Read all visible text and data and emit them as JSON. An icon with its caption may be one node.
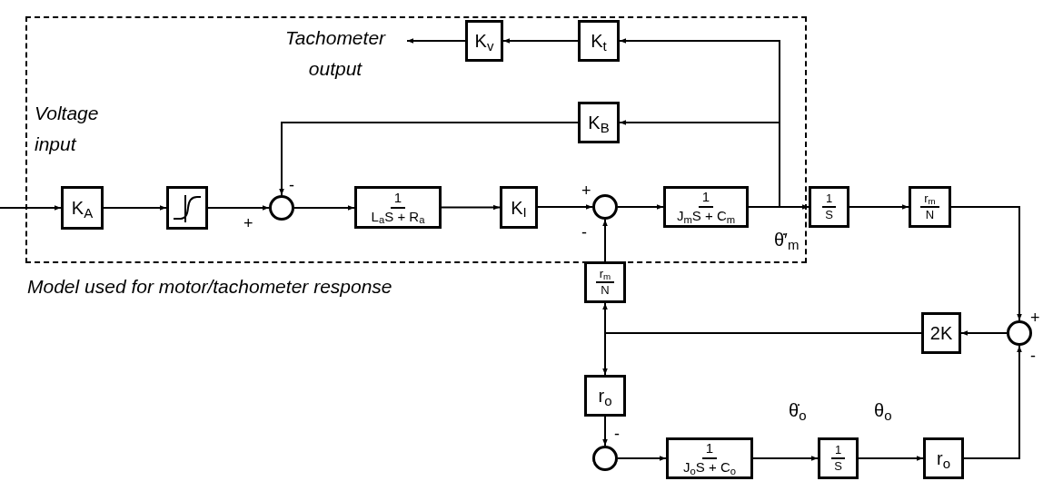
{
  "diagram": {
    "nodes": [
      {
        "text": [],
        "shape": "box",
        "beside": [
          "Model used for motor/tachometer response"
        ]
      },
      {
        "text": [
          "Tachometer output"
        ],
        "in": 0
      },
      {
        "text": [
          "K$_{v}$"
        ],
        "in": 0
      },
      {
        "text": [
          "K$_{t}$"
        ],
        "in": 0
      },
      {
        "text": [
          "K$_{B}$"
        ],
        "in": 0
      },
      {
        "text": [
          "K$_{A}$"
        ],
        "in": 0
      },
      {
        "text": [],
        "shape": "box",
        "in": 0
      },
      {
        "text": [],
        "shape": "circle",
        "in": 0
      },
      {
        "text": [
          "1",
          "L$_{a}$S + R$_{a}$"
        ],
        "in": 0
      },
      {
        "text": [
          "K$_{I}$"
        ],
        "in": 0
      },
      {
        "text": [],
        "shape": "circle",
        "in": 0
      },
      {
        "text": [
          "1",
          "J$_{m}$S + C$_{m}$"
        ],
        "in": 0
      },
      {
        "text": [
          "1",
          "S"
        ]
      },
      {
        "text": [
          "r$_{m}$",
          "N"
        ]
      },
      {
        "text": [],
        "shape": "circle"
      },
      {
        "text": [
          "2K"
        ]
      },
      {
        "text": [
          "r$_{m}$",
          "N"
        ]
      },
      {
        "text": [
          "r$_{o}$"
        ]
      },
      {
        "text": [],
        "shape": "circle"
      },
      {
        "text": [
          "1",
          "J$_{o}$S + C$_{o}$"
        ]
      },
      {
        "text": [
          "1",
          "S"
        ]
      },
      {
        "text": [
          "r$_{o}$"
        ]
      }
    ],
    "edges": [
      {
        "from": null,
        "to": 5,
        "arrow": "to"
      },
      {
        "from": 5,
        "to": 6,
        "arrow": "to"
      },
      {
        "from": 6,
        "to": 7,
        "arrow": "to"
      },
      {
        "from": 7,
        "to": 8,
        "arrow": "to"
      },
      {
        "from": 8,
        "to": 9,
        "arrow": "to"
      },
      {
        "from": 9,
        "to": 10,
        "arrow": "to"
      },
      {
        "from": 10,
        "to": 11,
        "arrow": "to"
      },
      {
        "from": 11,
        "to": 12,
        "arrow": "to"
      },
      {
        "from": 11,
        "to": 3,
        "arrow": "to"
      },
      {
        "from": 11,
        "to": 4,
        "arrow": "to"
      },
      {
        "from": 3,
        "to": 2,
        "arrow": "to"
      },
      {
        "from": 2,
        "to": 1,
        "arrow": "to"
      },
      {
        "from": 4,
        "to": 7,
        "arrow": "to"
      },
      {
        "from": 12,
        "to": 13,
        "arrow": "to"
      },
      {
        "from": 13,
        "to": 14,
        "arrow": "to"
      },
      {
        "from": 14,
        "to": 15,
        "arrow": "to"
      },
      {
        "from": 15,
        "to": 16,
        "arrow": "to"
      },
      {
        "from": 15,
        "to": 17,
        "arrow": "to"
      },
      {
        "from": 16,
        "to": 10,
        "arrow": "to"
      },
      {
        "from": 17,
        "to": 18,
        "arrow": "to"
      },
      {
        "from": 18,
        "to": 19,
        "arrow": "to"
      },
      {
        "from": 19,
        "to": 20,
        "arrow": "to"
      },
      {
        "from": 20,
        "to": 21,
        "arrow": "to"
      },
      {
        "from": 21,
        "to": 14,
        "arrow": "to"
      }
    ],
    "labels": [
      "Voltage input",
      "-",
      "+",
      "+",
      "-",
      "θ̇′$_{m}$",
      "+",
      "-",
      "-",
      "θ̇$_{o}$",
      "θ$_{o}$"
    ]
  }
}
